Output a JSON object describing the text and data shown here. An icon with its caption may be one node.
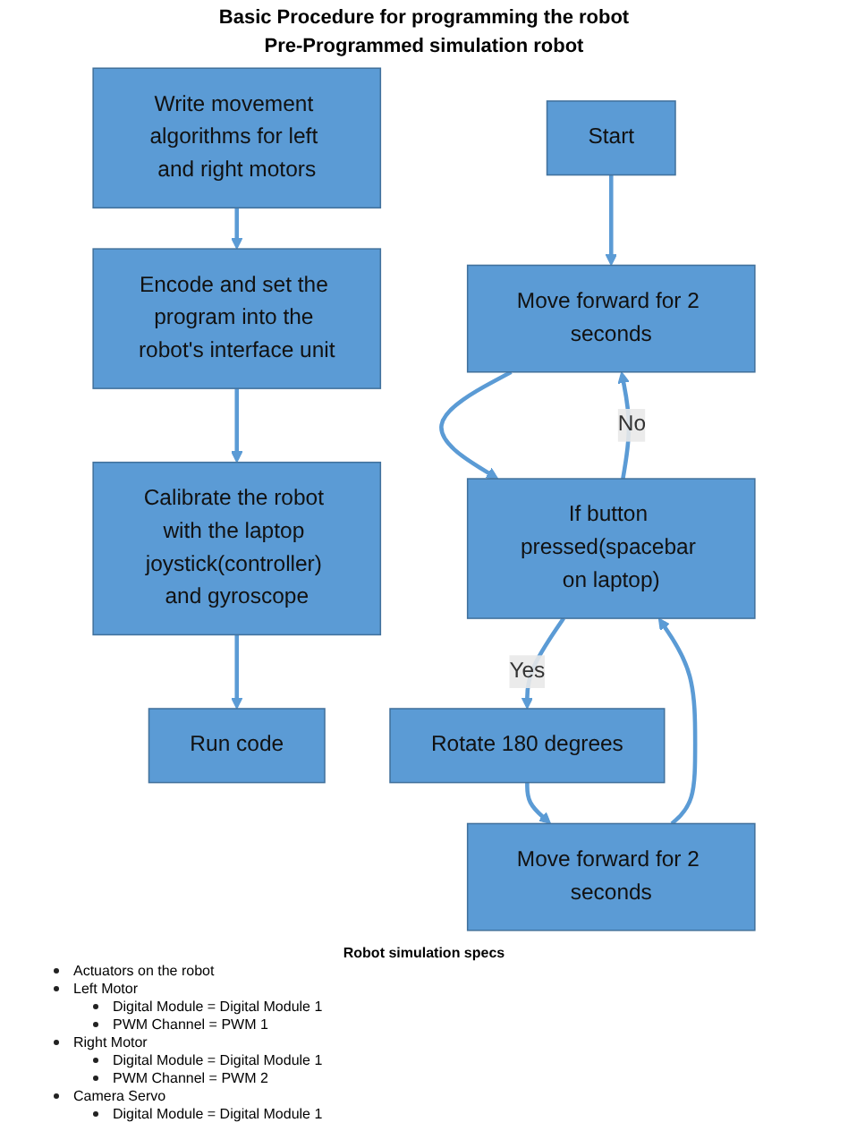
{
  "diagram": {
    "title": "Basic Procedure for programming the robot",
    "nodes": [
      {
        "text": [
          "Write movement algorithms for left and right motors"
        ]
      },
      {
        "text": [
          "Encode and set the program into the robot's interface unit"
        ]
      },
      {
        "text": [
          "Calibrate the robot with the laptop joystick(controller) and gyroscope"
        ]
      },
      {
        "text": [
          "Run code"
        ]
      },
      {
        "text": [
          "Start"
        ]
      },
      {
        "text": [
          "Move forward for 2 seconds"
        ]
      },
      {
        "text": [
          "If button pressed(spacebar on laptop)"
        ]
      },
      {
        "text": [
          "Rotate 180 degrees"
        ]
      },
      {
        "text": [
          "Move forward for 2 seconds"
        ]
      }
    ],
    "edges": [
      {
        "from": 0,
        "to": 1,
        "arrow": "to"
      },
      {
        "from": 1,
        "to": 2,
        "arrow": "to"
      },
      {
        "from": 2,
        "to": 3,
        "arrow": "to"
      },
      {
        "from": 4,
        "to": 5,
        "arrow": "to"
      },
      {
        "from": 5,
        "to": 6,
        "arrow": "to"
      },
      {
        "from": 6,
        "to": 5,
        "label": "No",
        "arrow": "to"
      },
      {
        "from": 6,
        "to": 7,
        "label": "Yes",
        "arrow": "to"
      },
      {
        "from": 7,
        "to": 8,
        "arrow": "to"
      },
      {
        "from": 8,
        "to": 6,
        "arrow": "to"
      }
    ],
    "labels": [
      "Pre-Programmed simulation robot",
      "Robot simulation specs",
      "Actuators on the robot",
      "Left Motor",
      "Digital Module = Digital Module 1",
      "PWM Channel = PWM 1",
      "Right Motor",
      "Digital Module = Digital Module 1",
      "PWM Channel = PWM 2",
      "Camera Servo",
      "Digital Module = Digital Module 1"
    ]
  }
}
